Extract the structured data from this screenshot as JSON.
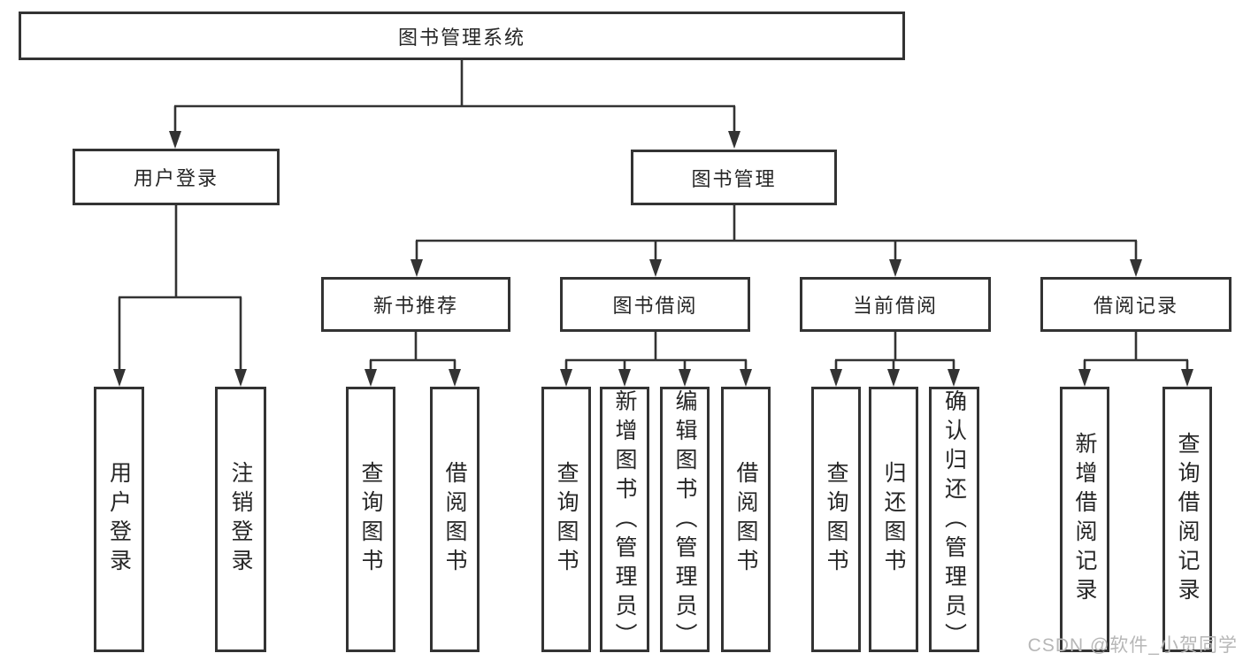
{
  "diagram": {
    "root": "图书管理系统",
    "user_login": {
      "label": "用户登录",
      "children": {
        "login": "用户登录",
        "logout": "注销登录"
      }
    },
    "book_management": {
      "label": "图书管理",
      "new_book_recommend": {
        "label": "新书推荐",
        "children": {
          "query_books": "查询图书",
          "borrow_books": "借阅图书"
        }
      },
      "book_borrowing": {
        "label": "图书借阅",
        "children": {
          "query_books": "查询图书",
          "add_books_admin": "新增图书（管理员）",
          "edit_books_admin": "编辑图书（管理员）",
          "borrow_books": "借阅图书"
        }
      },
      "current_borrowing": {
        "label": "当前借阅",
        "children": {
          "query_books": "查询图书",
          "return_books": "归还图书",
          "confirm_return_admin": "确认归还（管理员）"
        }
      },
      "borrowing_records": {
        "label": "借阅记录",
        "children": {
          "add_borrow_record": "新增借阅记录",
          "query_borrow_record": "查询借阅记录"
        }
      }
    },
    "watermark": "CSDN @软件_小贺同学",
    "colors": {
      "line": "#333333",
      "text": "#262626",
      "background": "#ffffff",
      "watermark": "#b7b7b7"
    }
  }
}
